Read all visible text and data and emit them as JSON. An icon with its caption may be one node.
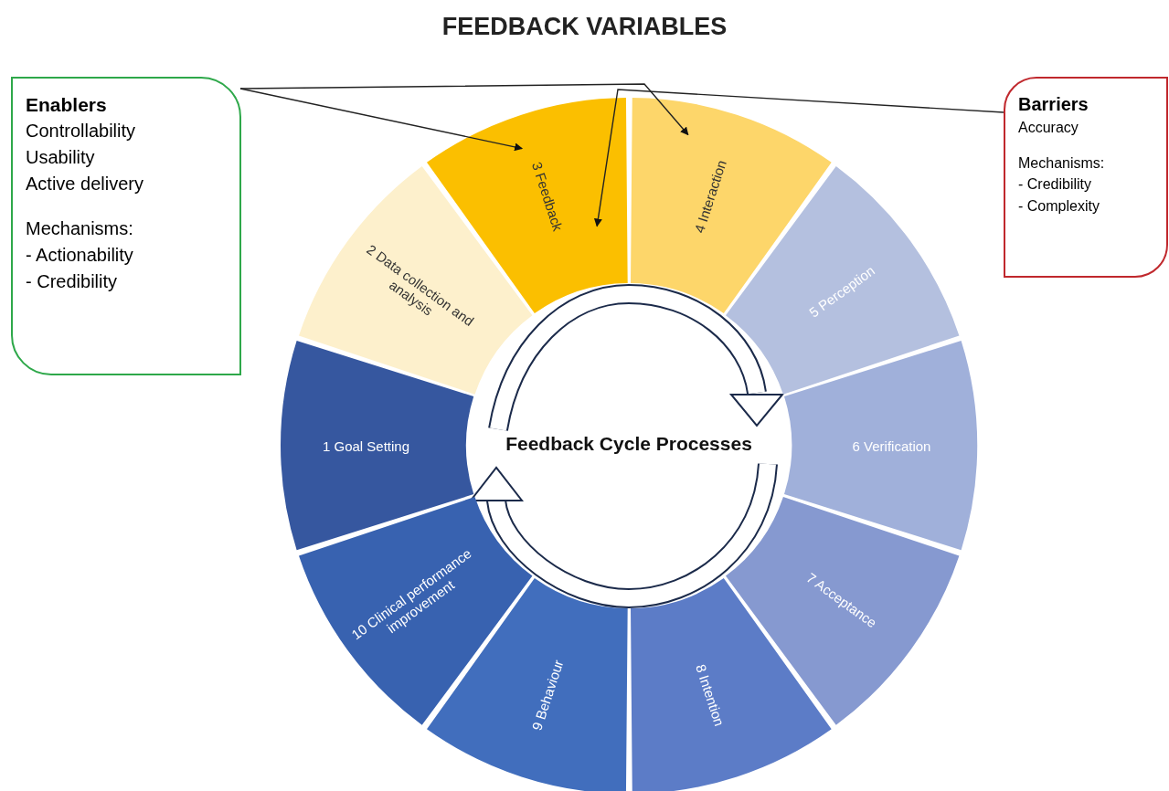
{
  "diagram": {
    "title": "FEEDBACK VARIABLES",
    "nodes": [
      {
        "text": [
          "Enablers",
          "Controllability",
          "Usability",
          "Active delivery",
          "Mechanisms:",
          "- Actionability",
          "- Credibility"
        ]
      },
      {
        "text": [
          "Barriers",
          "Accuracy",
          "Mechanisms:",
          "- Credibility",
          "- Complexity"
        ]
      },
      {
        "text": [
          "1 Goal Setting"
        ]
      },
      {
        "text": [
          "2 Data collection and analysis"
        ]
      },
      {
        "text": [
          "3 Feedback"
        ]
      },
      {
        "text": [
          "4 Interaction"
        ]
      },
      {
        "text": [
          "5 Perception"
        ]
      },
      {
        "text": [
          "6 Verification"
        ]
      },
      {
        "text": [
          "7 Acceptance"
        ]
      },
      {
        "text": [
          "8 Intention"
        ]
      },
      {
        "text": [
          "9 Behaviour"
        ]
      },
      {
        "text": [
          "10 Clinical performance improvement"
        ]
      }
    ],
    "edges": [
      {
        "from": 0,
        "to": 4,
        "arrow": "to"
      },
      {
        "from": 0,
        "to": 5,
        "arrow": "to"
      },
      {
        "from": 1,
        "to": 4,
        "arrow": "to"
      }
    ],
    "labels": [
      "Feedback Cycle Processes"
    ]
  }
}
